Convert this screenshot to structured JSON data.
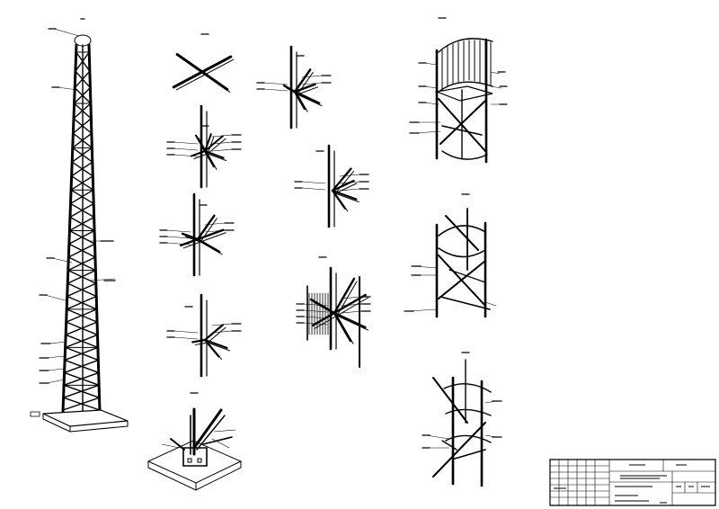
{
  "drawing": {
    "title_block": {
      "designation": "",
      "sheet": ""
    },
    "views": [
      {
        "id": "tower-elevation",
        "label": ""
      },
      {
        "id": "node-1",
        "label": ""
      },
      {
        "id": "node-2",
        "label": ""
      },
      {
        "id": "node-3",
        "label": ""
      },
      {
        "id": "node-4",
        "label": ""
      },
      {
        "id": "node-5",
        "label": ""
      },
      {
        "id": "node-6",
        "label": ""
      },
      {
        "id": "node-7",
        "label": ""
      },
      {
        "id": "node-8",
        "label": ""
      },
      {
        "id": "node-9",
        "label": ""
      },
      {
        "id": "node-10",
        "label": ""
      },
      {
        "id": "node-11",
        "label": ""
      },
      {
        "id": "node-12",
        "label": ""
      }
    ]
  },
  "colors": {
    "line": "#000000",
    "paper": "#ffffff"
  }
}
